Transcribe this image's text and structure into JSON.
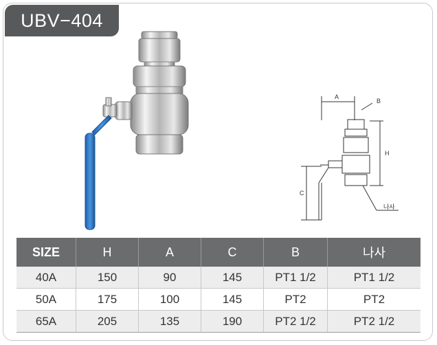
{
  "title": "UBV−404",
  "drawing": {
    "label_a": "A",
    "label_b": "B",
    "label_h": "H",
    "label_c": "C",
    "label_nasa": "나사"
  },
  "table": {
    "headers": [
      "SIZE",
      "H",
      "A",
      "C",
      "B",
      "나사"
    ],
    "rows": [
      [
        "40A",
        "150",
        "90",
        "145",
        "PT1  1/2",
        "PT1  1/2"
      ],
      [
        "50A",
        "175",
        "100",
        "145",
        "PT2",
        "PT2"
      ],
      [
        "65A",
        "205",
        "135",
        "190",
        "PT2  1/2",
        "PT2  1/2"
      ]
    ]
  },
  "colors": {
    "header_bg": "#6b6c6e",
    "title_bg": "#58595b",
    "handle_blue": "#2f78c8"
  }
}
